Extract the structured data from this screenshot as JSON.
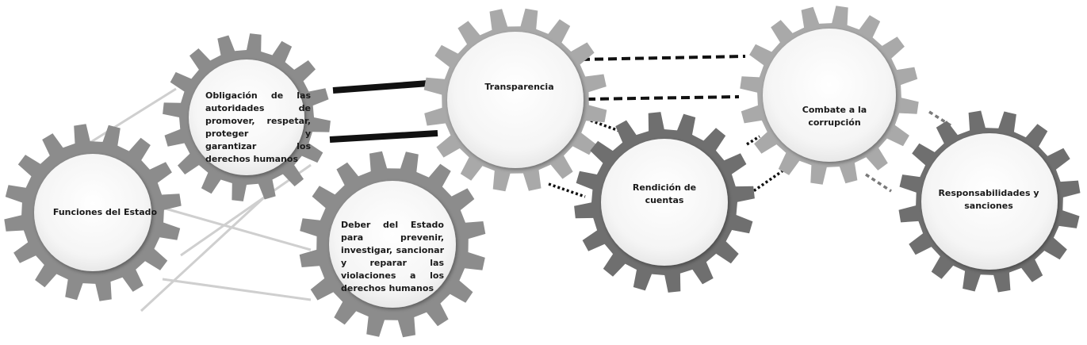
{
  "diagram": {
    "nodes": {
      "funciones": {
        "label": "Funciones del Estado"
      },
      "obligacion": {
        "label": "Obligación de las autoridades de promover, respetar, proteger y garantizar los derechos humanos"
      },
      "deber": {
        "label": "Deber del Estado para prevenir, investigar, sancionar y reparar las violaciones a los derechos humanos"
      },
      "transparencia": {
        "label": "Transparencia"
      },
      "rendicion": {
        "label": "Rendición de cuentas"
      },
      "combate": {
        "label": "Combate a la corrupción"
      },
      "responsabilidades": {
        "label": "Responsabilidades y sanciones"
      }
    },
    "colors": {
      "gear_dark": "#6f6f6f",
      "gear_medium": "#8c8c8c",
      "gear_light": "#a9a9a9",
      "connector_light": "#cfcfcf",
      "connector_dark": "#111111",
      "connector_dotted": "#7a7a7a"
    }
  }
}
